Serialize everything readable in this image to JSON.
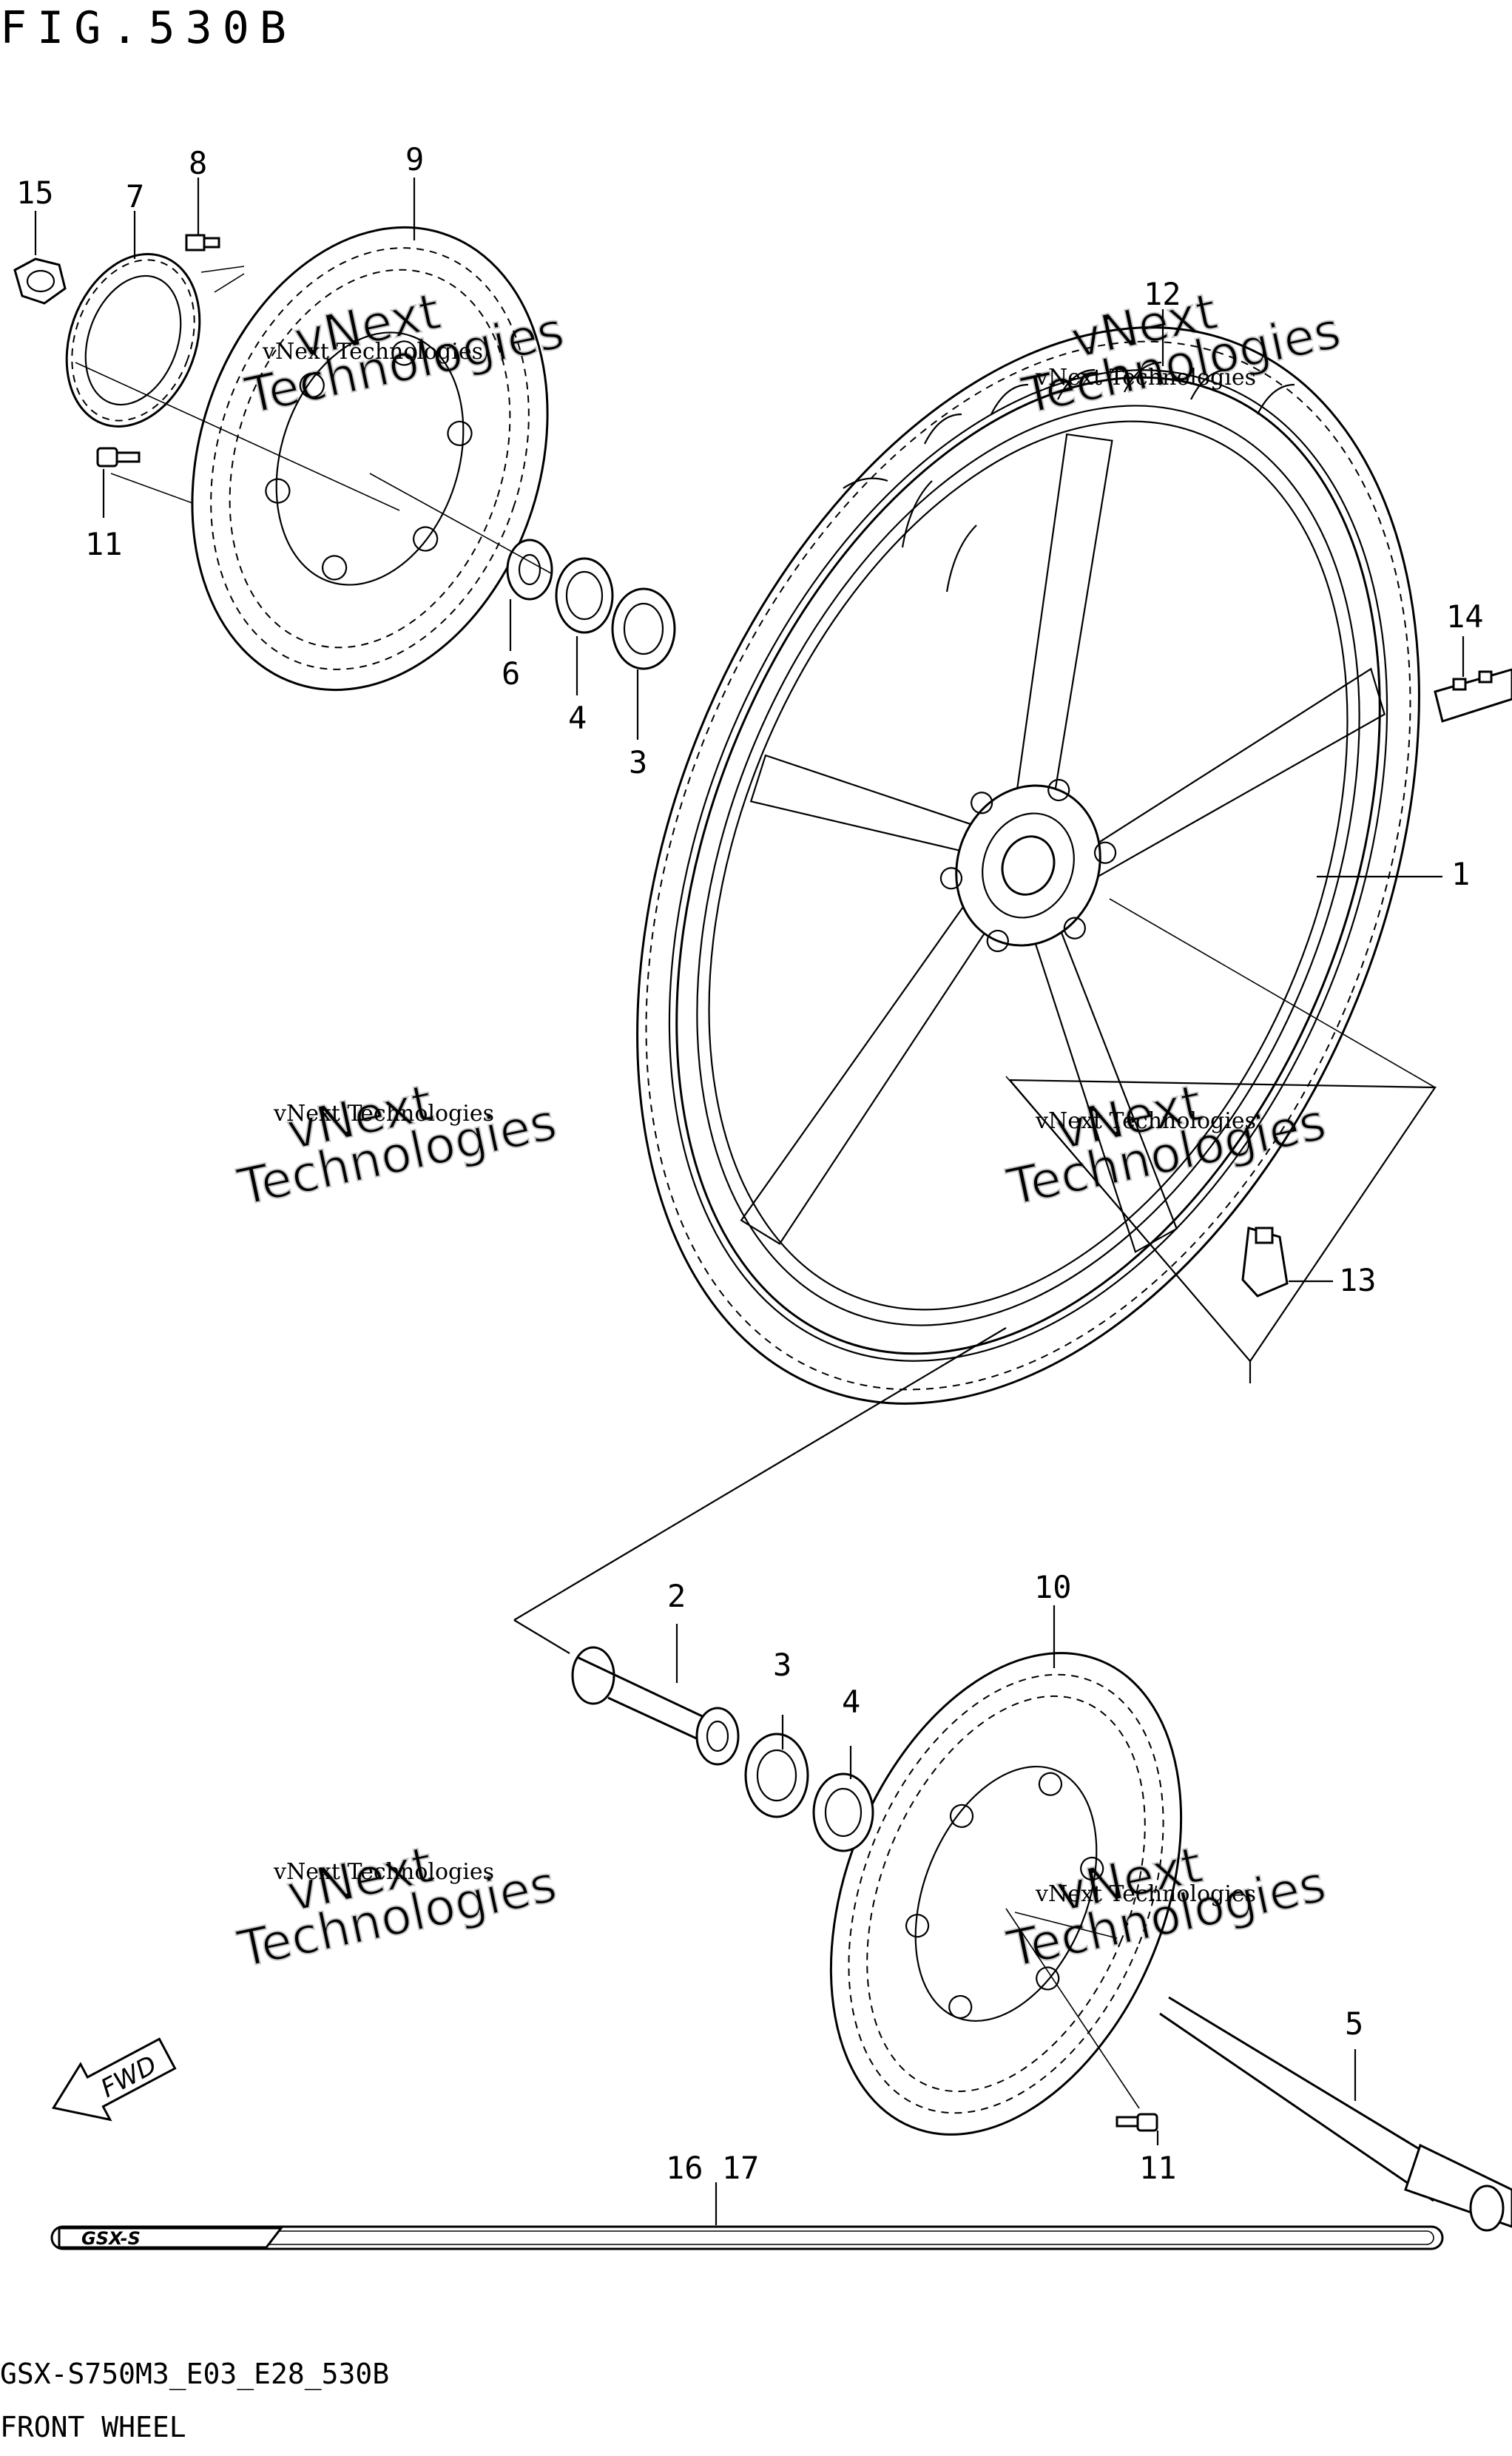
{
  "figure": {
    "title": "FIG.530B",
    "model_code": "GSX-S750M3_E03_E28_530B",
    "caption": "FRONT WHEEL"
  },
  "watermark": {
    "brand": "vNext",
    "line1": "vNext Technologies",
    "line2": "Technologies"
  },
  "callouts": [
    {
      "id": "callout-1",
      "number": "1"
    },
    {
      "id": "callout-2",
      "number": "2"
    },
    {
      "id": "callout-3a",
      "number": "3"
    },
    {
      "id": "callout-3b",
      "number": "3"
    },
    {
      "id": "callout-4a",
      "number": "4"
    },
    {
      "id": "callout-4b",
      "number": "4"
    },
    {
      "id": "callout-5",
      "number": "5"
    },
    {
      "id": "callout-6",
      "number": "6"
    },
    {
      "id": "callout-7",
      "number": "7"
    },
    {
      "id": "callout-8",
      "number": "8"
    },
    {
      "id": "callout-9",
      "number": "9"
    },
    {
      "id": "callout-10",
      "number": "10"
    },
    {
      "id": "callout-11a",
      "number": "11"
    },
    {
      "id": "callout-11b",
      "number": "11"
    },
    {
      "id": "callout-12",
      "number": "12"
    },
    {
      "id": "callout-13",
      "number": "13"
    },
    {
      "id": "callout-14",
      "number": "14"
    },
    {
      "id": "callout-15",
      "number": "15"
    },
    {
      "id": "callout-16-17",
      "number": "16 17"
    }
  ],
  "fwd_badge": "FWD",
  "emblem_text": "GSX-S"
}
